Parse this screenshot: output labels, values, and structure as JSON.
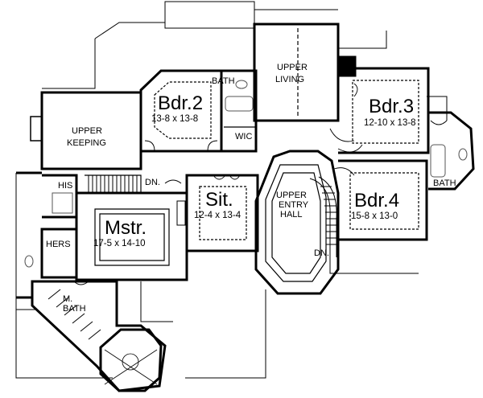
{
  "rooms": {
    "bdr2": {
      "name": "Bdr.2",
      "dims": "13-8 x 13-8"
    },
    "bdr3": {
      "name": "Bdr.3",
      "dims": "12-10 x 13-8"
    },
    "bdr4": {
      "name": "Bdr.4",
      "dims": "15-8 x 13-0"
    },
    "sit": {
      "name": "Sit.",
      "dims": "12-4 x 13-4"
    },
    "mstr": {
      "name": "Mstr.",
      "dims": "17-5 x 14-10"
    },
    "upper_living": {
      "line1": "UPPER",
      "line2": "LIVING"
    },
    "upper_keeping": {
      "line1": "UPPER",
      "line2": "KEEPING"
    },
    "upper_entry_hall": {
      "line1": "UPPER",
      "line2": "ENTRY",
      "line3": "HALL"
    },
    "bath_top": "BATH",
    "bath_right": "BATH",
    "wic": "WIC",
    "his": "HIS",
    "hers": "HERS",
    "m_bath": {
      "line1": "M.",
      "line2": "BATH"
    },
    "dn_left": "DN.",
    "dn_right": "DN."
  },
  "colors": {
    "line": "#000000",
    "background": "#ffffff",
    "fixture": "#555555"
  }
}
